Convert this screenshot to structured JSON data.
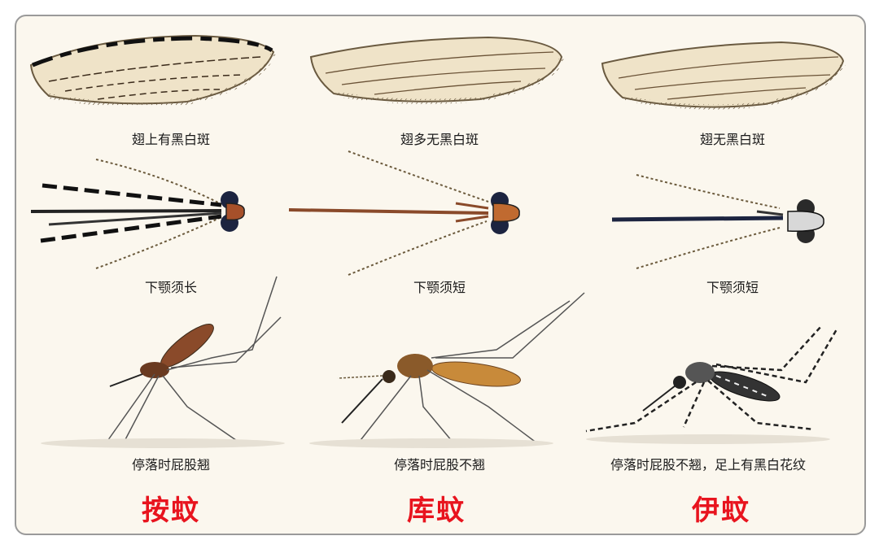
{
  "columns": [
    {
      "wing_caption": "翅上有黑白斑",
      "palp_caption": "下颚须长",
      "posture_caption": "停落时屁股翘",
      "name": "按蚊"
    },
    {
      "wing_caption": "翅多无黑白斑",
      "palp_caption": "下颚须短",
      "posture_caption": "停落时屁股不翘",
      "name": "库蚊"
    },
    {
      "wing_caption": "翅无黑白斑",
      "palp_caption": "下颚须短",
      "posture_caption": "停落时屁股不翘，足上有黑白花纹",
      "name": "伊蚊"
    }
  ],
  "colors": {
    "name_red": "#e8141e",
    "wing_fill": "#efe3c8",
    "vein": "#3a2a1a"
  }
}
